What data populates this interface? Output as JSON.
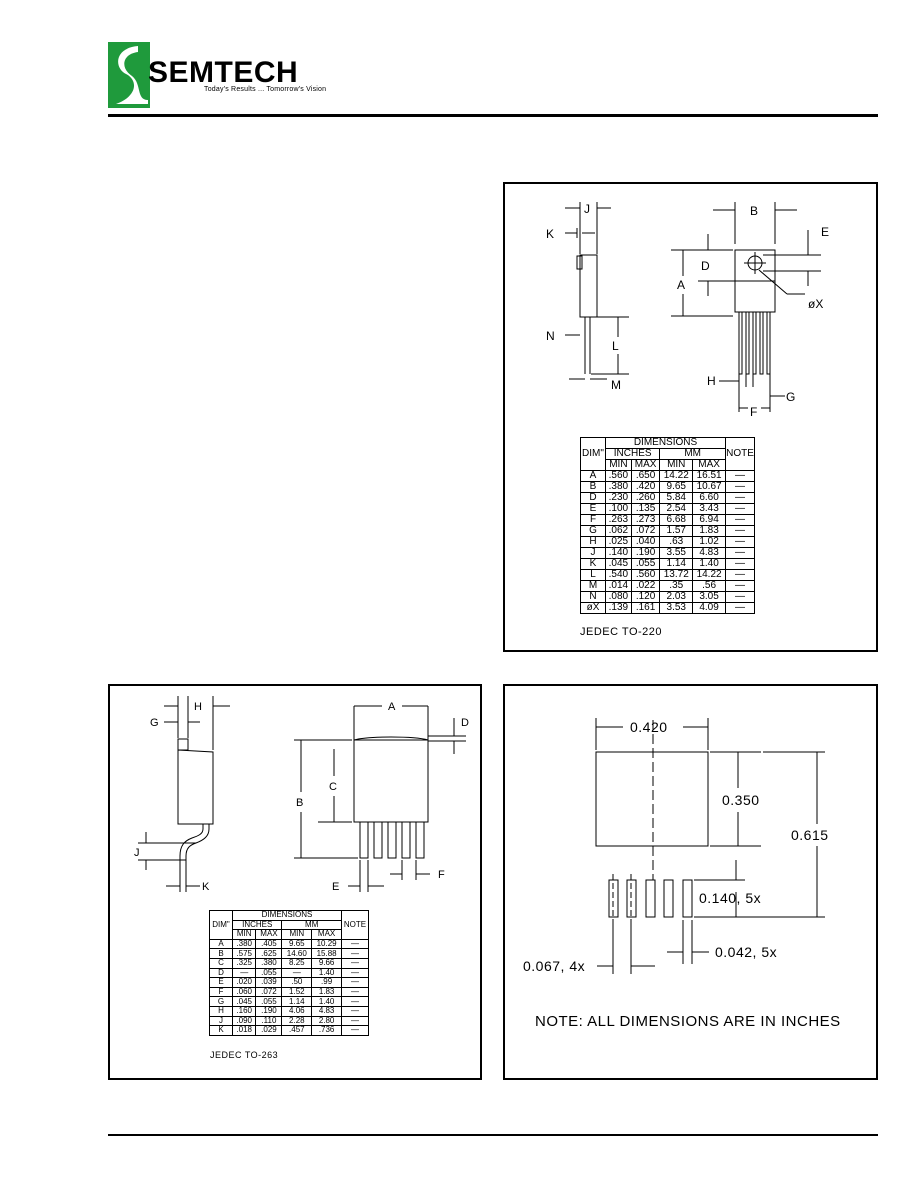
{
  "header": {
    "brand": "SEMTECH",
    "tagline": "Today's Results ... Tomorrow's Vision"
  },
  "to220": {
    "labels": {
      "J": "J",
      "K": "K",
      "N": "N",
      "L": "L",
      "M": "M",
      "B": "B",
      "E": "E",
      "D": "D",
      "A": "A",
      "X": "øX",
      "H": "H",
      "G": "G",
      "F": "F"
    },
    "table": {
      "title": "DIMENSIONS",
      "dim_header": "DIM\"",
      "inches": "INCHES",
      "mm": "MM",
      "note": "NOTE",
      "min": "MIN",
      "max": "MAX",
      "rows": [
        {
          "dim": "A",
          "in_min": ".560",
          "in_max": ".650",
          "mm_min": "14.22",
          "mm_max": "16.51",
          "note": "—"
        },
        {
          "dim": "B",
          "in_min": ".380",
          "in_max": ".420",
          "mm_min": "9.65",
          "mm_max": "10.67",
          "note": "—"
        },
        {
          "dim": "D",
          "in_min": ".230",
          "in_max": ".260",
          "mm_min": "5.84",
          "mm_max": "6.60",
          "note": "—"
        },
        {
          "dim": "E",
          "in_min": ".100",
          "in_max": ".135",
          "mm_min": "2.54",
          "mm_max": "3.43",
          "note": "—"
        },
        {
          "dim": "F",
          "in_min": ".263",
          "in_max": ".273",
          "mm_min": "6.68",
          "mm_max": "6.94",
          "note": "—"
        },
        {
          "dim": "G",
          "in_min": ".062",
          "in_max": ".072",
          "mm_min": "1.57",
          "mm_max": "1.83",
          "note": "—"
        },
        {
          "dim": "H",
          "in_min": ".025",
          "in_max": ".040",
          "mm_min": ".63",
          "mm_max": "1.02",
          "note": "—"
        },
        {
          "dim": "J",
          "in_min": ".140",
          "in_max": ".190",
          "mm_min": "3.55",
          "mm_max": "4.83",
          "note": "—"
        },
        {
          "dim": "K",
          "in_min": ".045",
          "in_max": ".055",
          "mm_min": "1.14",
          "mm_max": "1.40",
          "note": "—"
        },
        {
          "dim": "L",
          "in_min": ".540",
          "in_max": ".560",
          "mm_min": "13.72",
          "mm_max": "14.22",
          "note": "—"
        },
        {
          "dim": "M",
          "in_min": ".014",
          "in_max": ".022",
          "mm_min": ".35",
          "mm_max": ".56",
          "note": "—"
        },
        {
          "dim": "N",
          "in_min": ".080",
          "in_max": ".120",
          "mm_min": "2.03",
          "mm_max": "3.05",
          "note": "—"
        },
        {
          "dim": "øX",
          "in_min": ".139",
          "in_max": ".161",
          "mm_min": "3.53",
          "mm_max": "4.09",
          "note": "—"
        }
      ]
    },
    "jedec": "JEDEC TO-220"
  },
  "to263": {
    "labels": {
      "H": "H",
      "G": "G",
      "A": "A",
      "D": "D",
      "C": "C",
      "B": "B",
      "J": "J",
      "K": "K",
      "E": "E",
      "F": "F"
    },
    "table": {
      "title": "DIMENSIONS",
      "dim_header": "DIM\"",
      "inches": "INCHES",
      "mm": "MM",
      "note": "NOTE",
      "min": "MIN",
      "max": "MAX",
      "rows": [
        {
          "dim": "A",
          "in_min": ".380",
          "in_max": ".405",
          "mm_min": "9.65",
          "mm_max": "10.29",
          "note": "—"
        },
        {
          "dim": "B",
          "in_min": ".575",
          "in_max": ".625",
          "mm_min": "14.60",
          "mm_max": "15.88",
          "note": "—"
        },
        {
          "dim": "C",
          "in_min": ".325",
          "in_max": ".380",
          "mm_min": "8.25",
          "mm_max": "9.66",
          "note": "—"
        },
        {
          "dim": "D",
          "in_min": "—",
          "in_max": ".055",
          "mm_min": "—",
          "mm_max": "1.40",
          "note": "—"
        },
        {
          "dim": "E",
          "in_min": ".020",
          "in_max": ".039",
          "mm_min": ".50",
          "mm_max": ".99",
          "note": "—"
        },
        {
          "dim": "F",
          "in_min": ".060",
          "in_max": ".072",
          "mm_min": "1.52",
          "mm_max": "1.83",
          "note": "—"
        },
        {
          "dim": "G",
          "in_min": ".045",
          "in_max": ".055",
          "mm_min": "1.14",
          "mm_max": "1.40",
          "note": "—"
        },
        {
          "dim": "H",
          "in_min": ".160",
          "in_max": ".190",
          "mm_min": "4.06",
          "mm_max": "4.83",
          "note": "—"
        },
        {
          "dim": "J",
          "in_min": ".090",
          "in_max": ".110",
          "mm_min": "2.28",
          "mm_max": "2.80",
          "note": "—"
        },
        {
          "dim": "K",
          "in_min": ".018",
          "in_max": ".029",
          "mm_min": ".457",
          "mm_max": ".736",
          "note": "—"
        }
      ]
    },
    "jedec": "JEDEC TO-263"
  },
  "footprint": {
    "width": "0.420",
    "pad_height": "0.350",
    "total_height": "0.615",
    "lead_length": "0.140, 5x",
    "lead_width": "0.042, 5x",
    "lead_pitch": "0.067, 4x",
    "note": "NOTE: ALL DIMENSIONS ARE IN INCHES"
  }
}
